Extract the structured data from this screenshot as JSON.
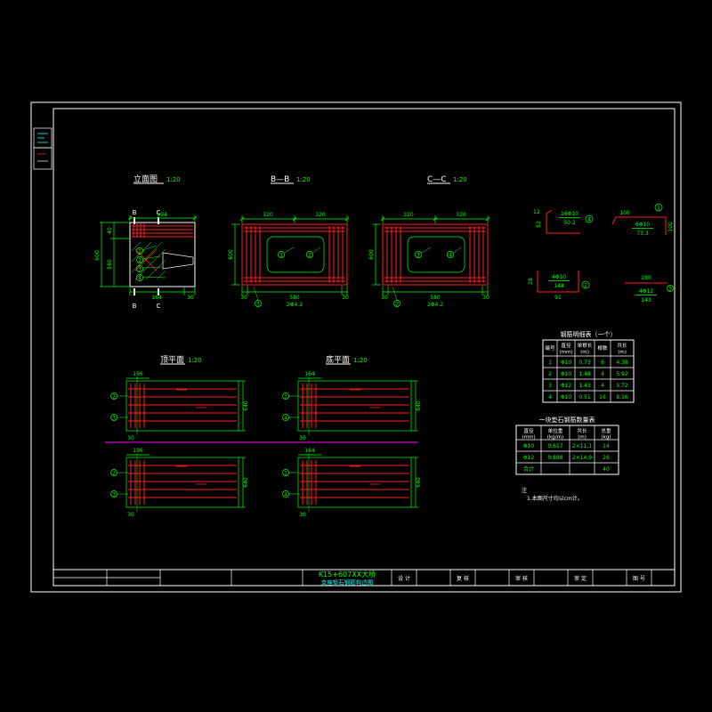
{
  "colors": {
    "background": "#000000",
    "frame": "#ffffff",
    "dimension": "#00ff00",
    "structure": "#ff2020",
    "centerline": "#ff00ff",
    "subtitle": "#00ffff"
  },
  "views": {
    "elevation": {
      "title": "立面图",
      "scale": "1:20",
      "marker_top_b": "B",
      "marker_top_c": "C",
      "marker_bottom_b": "B",
      "marker_bottom_c": "C",
      "dim_top": "194",
      "dim_left_outer": "600",
      "dim_left_top": "40",
      "dim_left_bottom": "560",
      "dim_bottom_left": "164",
      "dim_bottom_right": "30",
      "callout_1": "1",
      "callout_2": "2",
      "callout_3": "3",
      "callout_4": "4"
    },
    "section_bb": {
      "title": "B—B",
      "scale": "1:20",
      "dim_top_left": "320",
      "dim_top_right": "320",
      "dim_left": "600",
      "dim_bottom_left": "30",
      "dim_bottom_mid": "580",
      "dim_bottom_right": "30",
      "note": "2Φ4.2",
      "callout_1": "1",
      "callout_2": "2",
      "callout_3": "3"
    },
    "section_cc": {
      "title": "C—C",
      "scale": "1:20",
      "dim_top_left": "320",
      "dim_top_right": "320",
      "dim_left": "600",
      "dim_bottom_left": "30",
      "dim_bottom_mid": "580",
      "dim_bottom_right": "30",
      "note": "2Φ4.2",
      "callout_1": "3",
      "callout_2": "4",
      "callout_3": "2"
    },
    "top_plan": {
      "title": "顶平面",
      "scale": "1:20",
      "dim_width": "196",
      "dim_side": "640",
      "dim_gap": "30",
      "callout_a": "2",
      "callout_b": "3"
    },
    "bottom_plan": {
      "title": "底平面",
      "scale": "1:20",
      "dim_width": "164",
      "dim_side": "640",
      "dim_gap": "30",
      "callout_a": "1",
      "callout_b": "4"
    }
  },
  "details": {
    "d1": {
      "mark": "4",
      "label": "16Φ10",
      "length": "50.2",
      "dim_a": "12",
      "dim_b": "52"
    },
    "d2": {
      "mark": "1",
      "label": "6Φ10",
      "length": "73.3",
      "dim_a": "100",
      "dim_b": "100"
    },
    "d3": {
      "mark": "2",
      "label": "4Φ10",
      "length": "148",
      "dim_a": "28",
      "dim_b": "91"
    },
    "d4": {
      "mark": "3",
      "label": "4Φ12",
      "length": "143",
      "dim_a": "280"
    }
  },
  "tables": {
    "rebar_detail": {
      "title": "钢筋明细表（一个）",
      "headers": [
        [
          "编号",
          ""
        ],
        [
          "直径",
          "(mm)"
        ],
        [
          "单根长",
          "(m)"
        ],
        [
          "根数",
          ""
        ],
        [
          "共长",
          "(m)"
        ]
      ],
      "rows": [
        [
          "1",
          "Φ10",
          "0.73",
          "6",
          "4.38"
        ],
        [
          "2",
          "Φ10",
          "1.48",
          "4",
          "5.92"
        ],
        [
          "3",
          "Φ12",
          "1.43",
          "4",
          "5.72"
        ],
        [
          "4",
          "Φ10",
          "0.51",
          "16",
          "8.16"
        ]
      ]
    },
    "quantity": {
      "title": "一块垫石钢筋数量表",
      "headers": [
        [
          "直径",
          "(mm)"
        ],
        [
          "单位重",
          "(kg/m)"
        ],
        [
          "共长",
          "(m)"
        ],
        [
          "总重",
          "(kg)"
        ]
      ],
      "rows": [
        [
          "Φ10",
          "0.617",
          "2×11.1",
          "14"
        ],
        [
          "Φ12",
          "0.888",
          "2×14.9",
          "26"
        ],
        [
          "合计",
          "",
          "",
          "40"
        ]
      ]
    }
  },
  "note": {
    "label": "注",
    "line1": "1.本图尺寸均以cm计。"
  },
  "titleblock": {
    "project": "K15+607XX大桥",
    "drawing": "支座垫石钢筋构造图",
    "fields": [
      "设 计",
      "复 核",
      "审 核",
      "审 定",
      "图 号"
    ]
  }
}
